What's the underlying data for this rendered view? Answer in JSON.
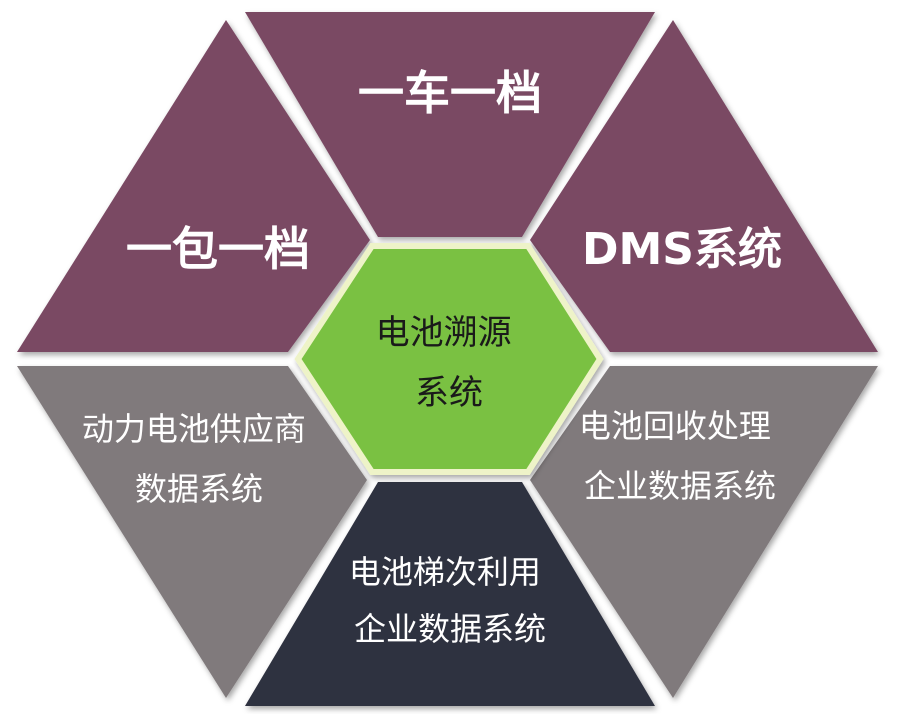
{
  "center": {
    "lines": [
      "电池溯源",
      "系统"
    ],
    "fill": "#7ac142",
    "stroke": "#eef3c8",
    "text_color": "#1a1a1a"
  },
  "segments": [
    {
      "key": "top",
      "lines": [
        "一车一档"
      ],
      "fill": "#7a4863",
      "text_color": "#ffffff"
    },
    {
      "key": "upper-right",
      "lines": [
        "DMS系统"
      ],
      "fill": "#7a4863",
      "text_color": "#ffffff"
    },
    {
      "key": "lower-right",
      "lines": [
        "电池回收处理",
        "企业数据系统"
      ],
      "fill": "#807a7c",
      "text_color": "#ffffff"
    },
    {
      "key": "bottom",
      "lines": [
        "电池梯次利用",
        "企业数据系统"
      ],
      "fill": "#2e3040",
      "text_color": "#ffffff"
    },
    {
      "key": "lower-left",
      "lines": [
        "动力电池供应商",
        "数据系统"
      ],
      "fill": "#807a7c",
      "text_color": "#ffffff"
    },
    {
      "key": "upper-left",
      "lines": [
        "一包一档"
      ],
      "fill": "#7a4863",
      "text_color": "#ffffff"
    }
  ]
}
